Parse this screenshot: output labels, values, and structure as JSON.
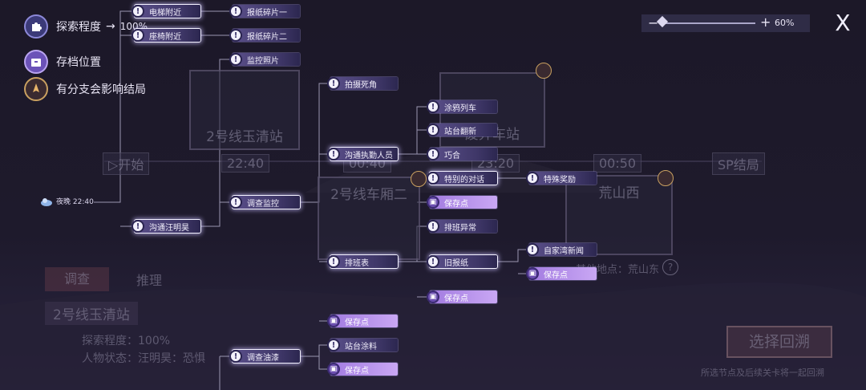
{
  "legend": {
    "exploration_label": "探索程度",
    "exploration_value": "100%",
    "archive_label": "存档位置",
    "branch_label": "有分支会影响结局"
  },
  "zoom": {
    "minus": "−",
    "plus": "+",
    "level": "60%"
  },
  "close_label": "X",
  "root": {
    "label": "夜晚 22:40"
  },
  "nodes": {
    "n_elevator": "电梯附近",
    "n_seat": "座椅附近",
    "n_comm_wang": "沟通汪明昊",
    "n_paper1": "报纸碎片一",
    "n_paper2": "报纸碎片二",
    "n_cctv_photo": "监控照片",
    "n_check_cctv": "调查监控",
    "n_check_oil": "调查油漆",
    "n_blind": "拍摄死角",
    "n_comm_staff": "沟通执勤人员",
    "n_schedule": "排班表",
    "n_save_a": "保存点",
    "n_platform_paint": "站台涂料",
    "n_save_b": "保存点",
    "n_graffiti": "涂鸦列车",
    "n_renovate": "站台翻新",
    "n_coincide": "巧合",
    "n_special_talk": "特别的对话",
    "n_save_c": "保存点",
    "n_sched_abn": "排班异常",
    "n_old_paper": "旧报纸",
    "n_save_d": "保存点",
    "n_special_reward": "特殊奖励",
    "n_home_news": "自家湾新闻",
    "n_save_e": "保存点"
  },
  "background": {
    "start": "开始",
    "time1": "22:40",
    "time2": "00:40",
    "time3": "23:20",
    "time4": "00:50",
    "sp_end": "SP结局",
    "station1": "2号线玉清站",
    "station2": "2号线车厢二",
    "station3": "废弃车站",
    "station4": "荒山西",
    "tab_invest": "调查",
    "tab_reason": "推理",
    "loc_title": "2号线玉清站",
    "explore_line": "探索程度：100%",
    "status_line": "人物状态：汪明昊：恐惧",
    "other_loc": "其他地点：荒山东",
    "help": "?",
    "select_btn": "选择回溯",
    "hint": "所选节点及后续关卡将一起回溯"
  }
}
